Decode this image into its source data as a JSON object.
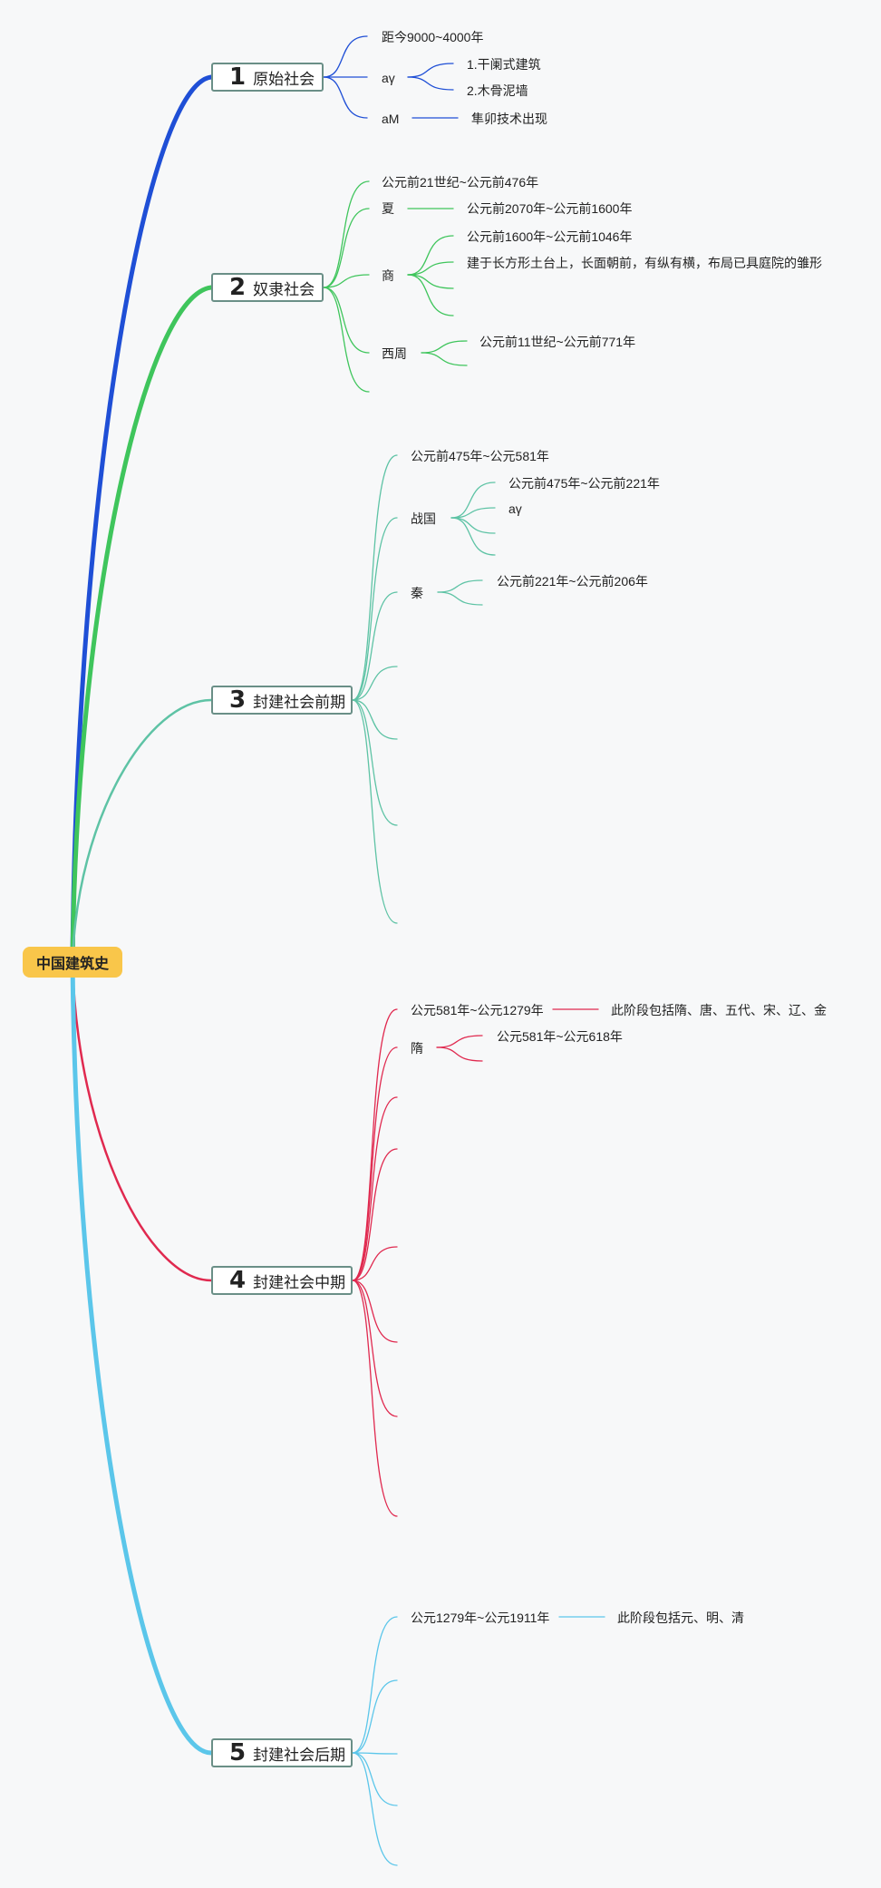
{
  "root": {
    "label": "中国建筑史"
  },
  "stages": [
    {
      "num": "1",
      "label": "原始社会",
      "color": "#1f4fd6",
      "items": [
        {
          "text": "距今9000~4000年"
        },
        {
          "text": "aγ",
          "children": [
            "1.干阑式建筑",
            "2.木骨泥墙"
          ]
        },
        {
          "text": "aM",
          "children": [
            "隼卯技术出现"
          ]
        }
      ]
    },
    {
      "num": "2",
      "label": "奴隶社会",
      "color": "#3fc55c",
      "items": [
        {
          "text": "公元前21世纪~公元前476年"
        },
        {
          "text": "夏",
          "children": [
            "公元前2070年~公元前1600年"
          ]
        },
        {
          "text": "商",
          "children": [
            "公元前1600年~公元前1046年",
            "建于长方形土台上，长面朝前，有纵有横，布局已具庭院的雏形",
            "",
            ""
          ]
        },
        {
          "text": "西周",
          "children": [
            "公元前11世纪~公元前771年",
            ""
          ]
        },
        {
          "text": ""
        }
      ]
    },
    {
      "num": "3",
      "label": "封建社会前期",
      "color": "#5ec3a5",
      "items": [
        {
          "text": "公元前475年~公元581年"
        },
        {
          "text": "战国",
          "children": [
            "公元前475年~公元前221年",
            "aγ",
            "",
            ""
          ]
        },
        {
          "text": "秦",
          "children": [
            "公元前221年~公元前206年",
            ""
          ]
        },
        {
          "text": ""
        },
        {
          "text": ""
        },
        {
          "text": ""
        },
        {
          "text": ""
        }
      ]
    },
    {
      "num": "4",
      "label": "封建社会中期",
      "color": "#e0294f",
      "items": [
        {
          "text": "公元581年~公元1279年",
          "children": [
            "此阶段包括隋、唐、五代、宋、辽、金"
          ]
        },
        {
          "text": "隋",
          "children": [
            "公元581年~公元618年",
            ""
          ]
        },
        {
          "text": ""
        },
        {
          "text": ""
        },
        {
          "text": ""
        },
        {
          "text": ""
        },
        {
          "text": ""
        },
        {
          "text": ""
        }
      ]
    },
    {
      "num": "5",
      "label": "封建社会后期",
      "color": "#5bc6ea",
      "items": [
        {
          "text": "公元1279年~公元1911年",
          "children": [
            "此阶段包括元、明、清"
          ]
        },
        {
          "text": ""
        },
        {
          "text": ""
        },
        {
          "text": ""
        },
        {
          "text": ""
        }
      ]
    }
  ]
}
